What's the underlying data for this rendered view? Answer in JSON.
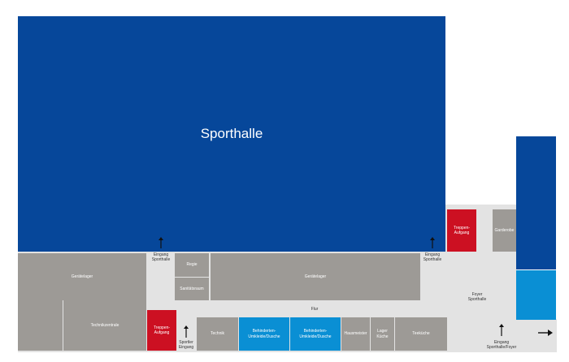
{
  "rooms": {
    "sporthalle": "Sporthalle",
    "geraetelager_left": "Gerätelager",
    "regie": "Regie",
    "sanitaetsraum": "Sanitätsraum",
    "geraetelager_mid": "Gerätelager",
    "technikzentrale": "Technikzentrale",
    "treppen_aufgang_1": "Treppen-\nAufgang",
    "treppen_aufgang_2": "Treppen-\nAufgang",
    "garderobe": "Garderobe",
    "technik": "Technik",
    "behinderten_1": "Behinderten-\nUmkleide/Dusche",
    "behinderten_2": "Behinderten-\nUmkleide/Dusche",
    "hausmeister": "Hausmeister",
    "lager_kueche": "Lager\nKüche",
    "teekueche": "Teeküche"
  },
  "labels": {
    "eingang_sporthalle_1": "Eingang\nSporthalle",
    "eingang_sporthalle_2": "Eingang\nSporthalle",
    "flur": "Flur",
    "foyer": "Foyer\nSporthalle",
    "sportler_eingang": "Sportler\nEingang",
    "eingang_foyer": "Eingang\nSporthalle/Foyer"
  },
  "colors": {
    "sporthalle": "#06479a",
    "service_room": "#9d9a96",
    "accessible_room": "#0a8fd4",
    "stairs": "#cc1022",
    "circulation": "#e3e3e3"
  },
  "icons": {
    "entrance_arrow": "arrow-up-icon",
    "exit_arrow": "arrow-right-icon"
  }
}
